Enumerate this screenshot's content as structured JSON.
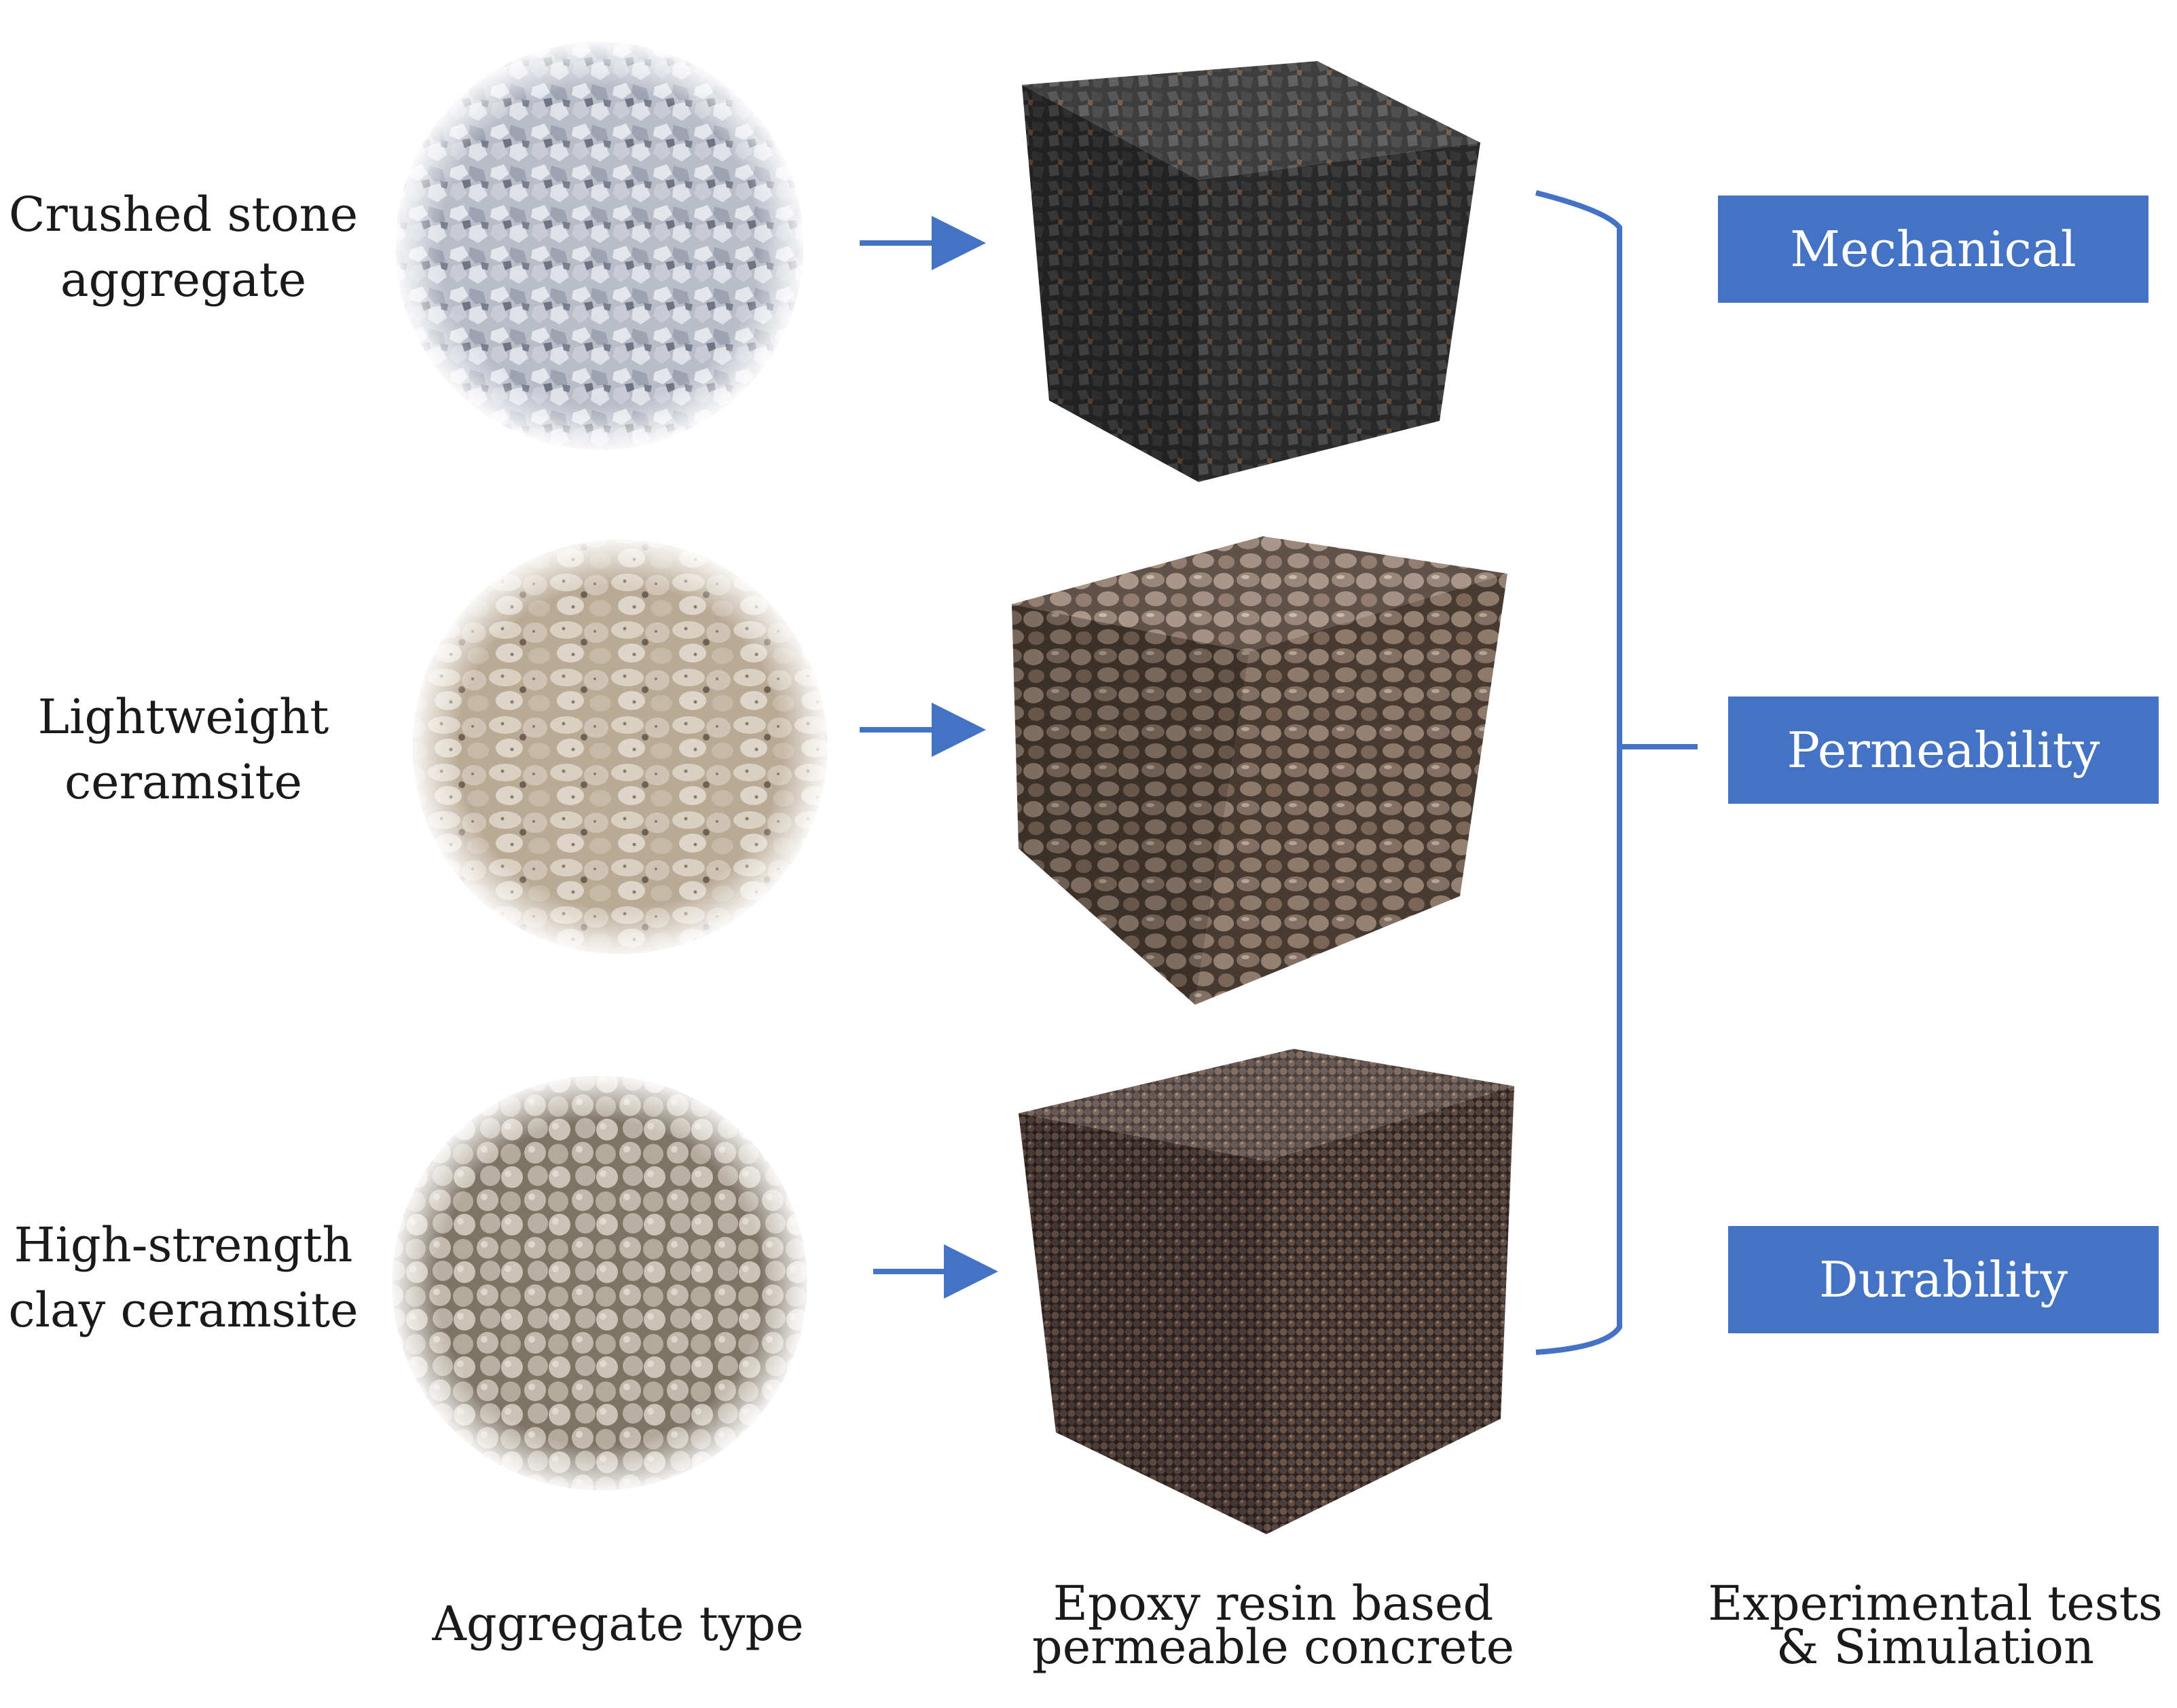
{
  "rows": [
    {
      "label_line1": "Crushed stone",
      "label_line2": "aggregate",
      "aggregate_icon": "crushed-stone-photo",
      "specimen_icon": "crushed-stone-concrete-cube"
    },
    {
      "label_line1": "Lightweight",
      "label_line2": "ceramsite",
      "aggregate_icon": "lightweight-ceramsite-photo",
      "specimen_icon": "lightweight-ceramsite-concrete-cube"
    },
    {
      "label_line1": "High-strength",
      "label_line2": "clay ceramsite",
      "aggregate_icon": "clay-ceramsite-photo",
      "specimen_icon": "clay-ceramsite-concrete-cube"
    }
  ],
  "tests": [
    "Mechanical",
    "Permeability",
    "Durability"
  ],
  "captions": {
    "aggregate": "Aggregate type",
    "concrete_line1": "Epoxy resin based",
    "concrete_line2": "permeable concrete",
    "tests_line1": "Experimental tests",
    "tests_line2": "& Simulation"
  },
  "colors": {
    "accent": "#4472c4",
    "text": "#1a1a1a"
  }
}
